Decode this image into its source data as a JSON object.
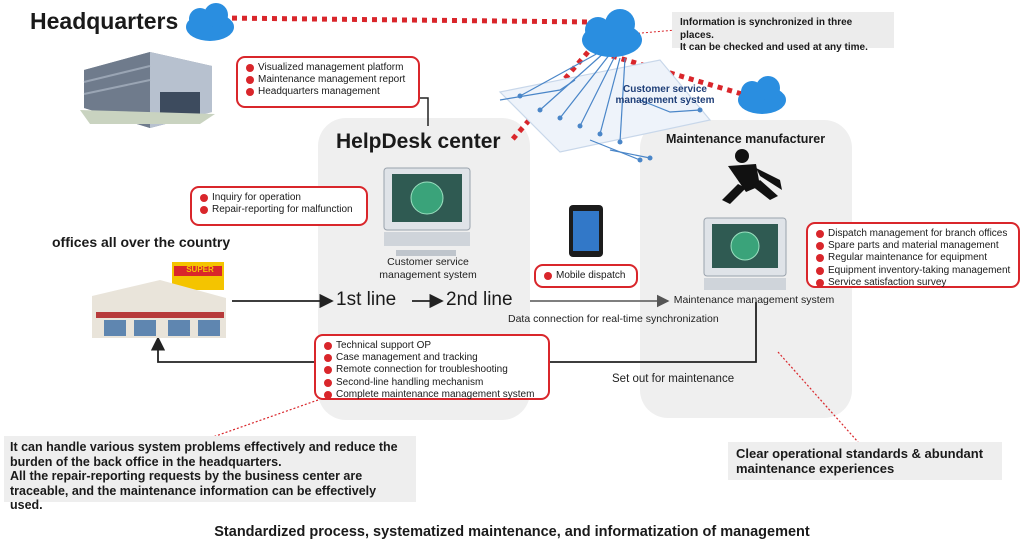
{
  "headquarters": {
    "title": "Headquarters",
    "features": [
      "Visualized management platform",
      "Maintenance management report",
      "Headquarters management"
    ]
  },
  "sync_note": [
    "Information is synchronized in three places.",
    "It can be checked and used at any time."
  ],
  "customer_service_map_label": [
    "Customer service",
    "management system"
  ],
  "helpdesk": {
    "title": "HelpDesk center",
    "computer_caption": [
      "Customer service",
      "management system"
    ],
    "office_requests": [
      "Inquiry for operation",
      "Repair-reporting for malfunction"
    ],
    "support_features": [
      "Technical support OP",
      "Case management and tracking",
      "Remote connection for troubleshooting",
      "Second-line handling mechanism",
      "Complete maintenance management system"
    ]
  },
  "offices": {
    "title": "offices all over the country",
    "store_sign": "SUPER"
  },
  "flow": {
    "first_line": "1st line",
    "second_line": "2nd line",
    "data_connection": "Data connection for real-time synchronization",
    "set_out": "Set out for maintenance"
  },
  "mobile_dispatch": "Mobile dispatch",
  "manufacturer": {
    "title": "Maintenance manufacturer",
    "system_caption": "Maintenance management system",
    "features": [
      "Dispatch management for branch offices",
      "Spare parts and material management",
      "Regular maintenance for equipment",
      "Equipment inventory-taking management",
      "Service satisfaction survey"
    ]
  },
  "notes": {
    "bottom_left": [
      "It can handle various system problems effectively and reduce the",
      "burden of the back office in the headquarters.",
      "All the repair-reporting requests by the business center are",
      "traceable, and the maintenance information can be effectively used."
    ],
    "bottom_right": [
      "Clear operational standards & abundant",
      "maintenance experiences"
    ]
  },
  "footer": "Standardized process, systematized maintenance, and informatization of management",
  "colors": {
    "accent_red": "#d9262b",
    "cloud_blue": "#2a8ee0",
    "panel_grey": "#efefef"
  }
}
